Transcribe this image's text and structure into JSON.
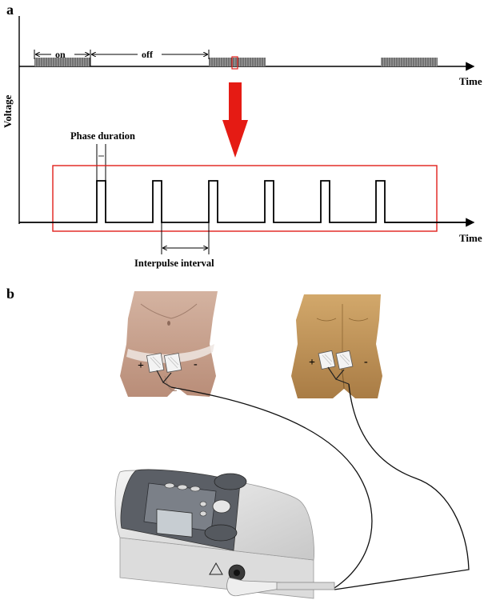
{
  "panel_a": {
    "label": "a",
    "y_axis_label": "Voltage",
    "x_axis_label_top": "Time",
    "x_axis_label_bottom": "Time",
    "on_label": "on",
    "off_label": "off",
    "phase_duration_label": "Phase duration",
    "interpulse_interval_label": "Interpulse interval",
    "colors": {
      "highlight": "#e0201b",
      "trace": "#000000",
      "burst": "#888888"
    }
  },
  "panel_b": {
    "label": "b",
    "front_plus": "+",
    "front_minus": "-",
    "back_plus": "+",
    "back_minus": "-",
    "device_brand": "",
    "colors": {
      "skin_front": "#c9a591",
      "skin_back": "#c79a5c",
      "device": "#d9d9d9"
    }
  }
}
